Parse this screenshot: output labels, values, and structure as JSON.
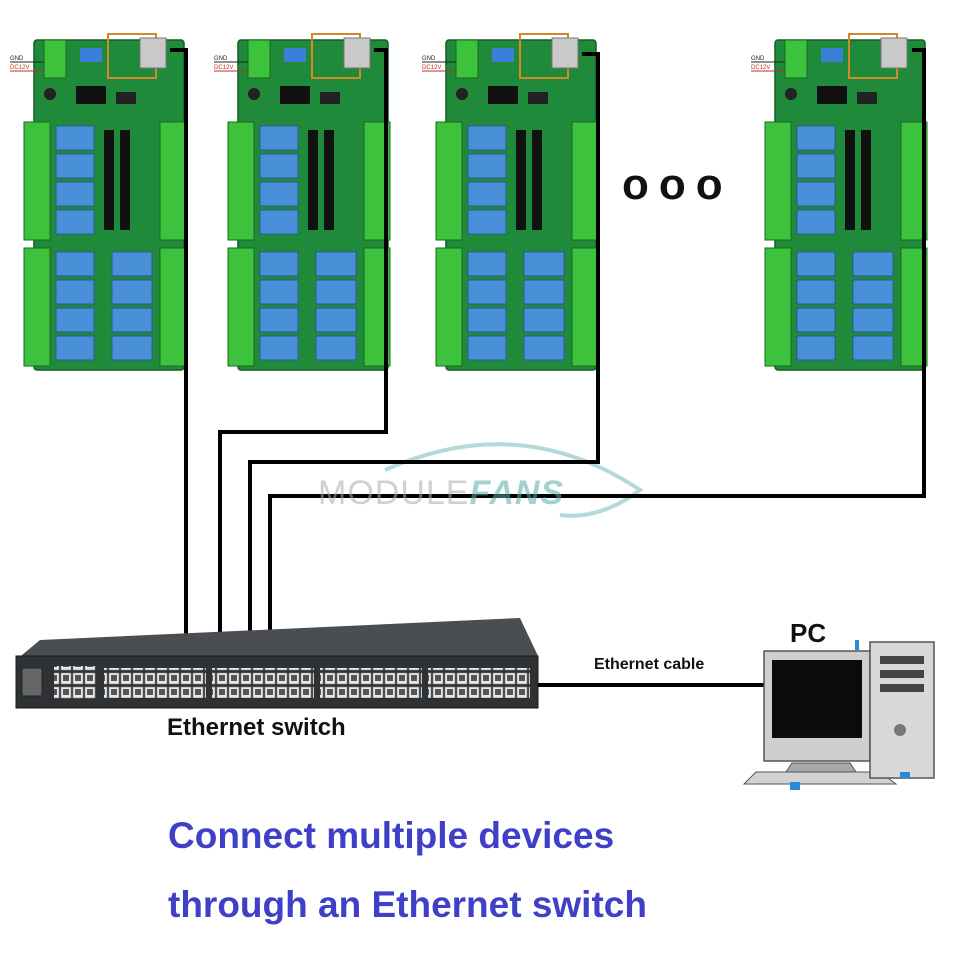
{
  "labels": {
    "ethernet_switch": "Ethernet switch",
    "ethernet_cable": "Ethernet cable",
    "pc": "PC",
    "ellipsis": "ooo"
  },
  "caption": {
    "line1": "Connect multiple devices",
    "line2": "through an Ethernet switch"
  },
  "watermark": {
    "part1": "MODULE",
    "part2": "FANS"
  },
  "board": {
    "terminal_gnd": "GND",
    "terminal_power": "DC12V"
  },
  "colors": {
    "caption": "#3f3fc8",
    "board_pcb": "#1f8a3a",
    "terminal_block": "#3cc23c",
    "relay": "#4a90d9",
    "switch_body": "#3a3d40",
    "cable": "#000000"
  }
}
